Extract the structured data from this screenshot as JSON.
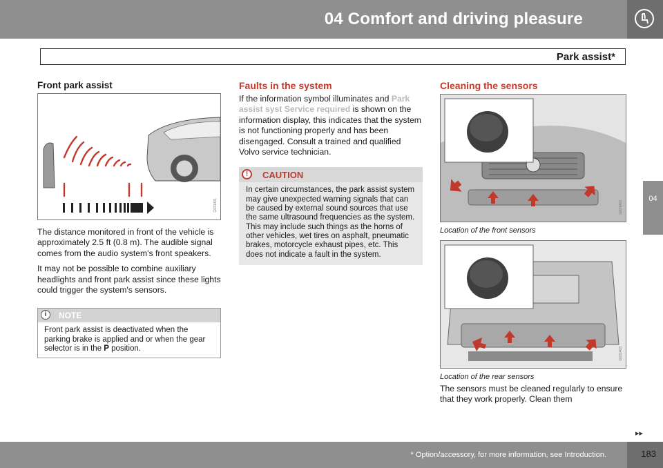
{
  "header": {
    "chapter_title": "04 Comfort and driving pleasure",
    "section_title": "Park assist*",
    "chapter_icon": "seat-icon",
    "side_tab": "04"
  },
  "col1": {
    "heading": "Front park assist",
    "figure_code": "G031401",
    "para1": "The distance monitored in front of the vehicle is approximately 2.5 ft (0.8 m). The audible signal comes from the audio system's front speakers.",
    "para2": "It may not be possible to combine auxiliary headlights and front park assist since these lights could trigger the system's sensors.",
    "note": {
      "label": "NOTE",
      "text_before": "Front park assist is deactivated when the parking brake is applied and or when the gear selector is in the ",
      "text_bold": "P",
      "text_after": " position."
    }
  },
  "col2": {
    "heading": "Faults in the system",
    "para_intro": "If the information symbol illuminates and ",
    "para_highlight": "Park assist syst Service required",
    "para_rest": " is shown on the information display, this indicates that the system is not functioning properly and has been disengaged. Consult a trained and qualified Volvo service technician.",
    "caution": {
      "label": "CAUTION",
      "text": "In certain circumstances, the park assist system may give unexpected warning signals that can be caused by external sound sources that use the same ultrasound frequencies as the system. This may include such things as the horns of other vehicles, wet tires on asphalt, pneumatic brakes, motorcycle exhaust pipes, etc. This does not indicate a fault in the system."
    }
  },
  "col3": {
    "heading": "Cleaning the sensors",
    "figure1_code": "G031402",
    "caption1": "Location of the front sensors",
    "figure2_code": "G031403",
    "caption2": "Location of the rear sensors",
    "para": "The sensors must be cleaned regularly to ensure that they work properly. Clean them"
  },
  "footer": {
    "footnote": "* Option/accessory, for more information, see Introduction.",
    "page_number": "183",
    "continue_mark": "▸▸"
  },
  "colors": {
    "band_gray": "#8f8f8f",
    "dark_gray": "#6e6e6e",
    "accent_red": "#c0392b",
    "box_gray": "#e7e7e7"
  }
}
